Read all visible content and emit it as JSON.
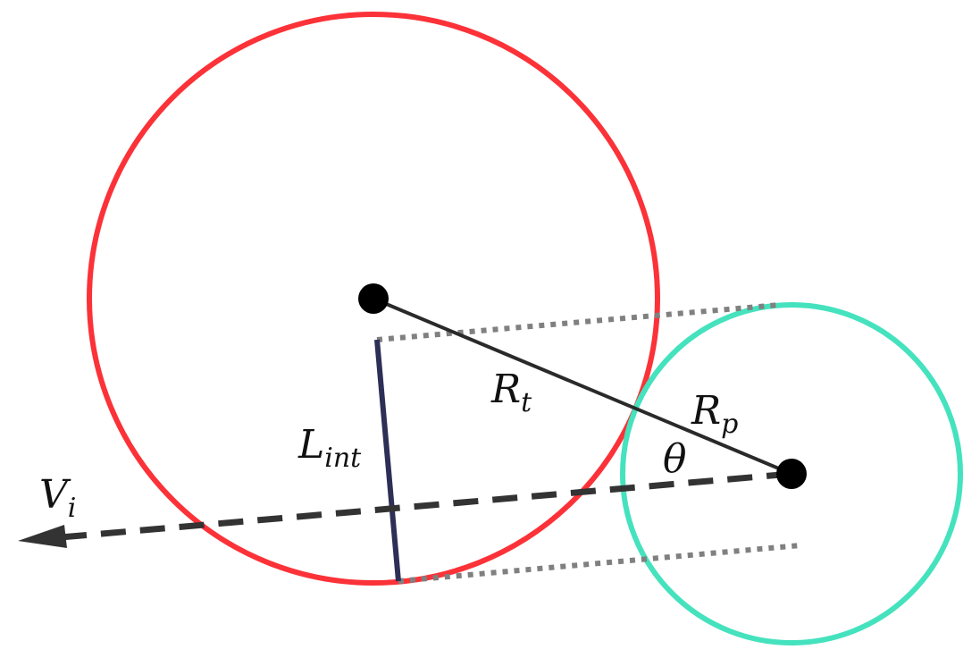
{
  "labels": {
    "lint_main": "L",
    "lint_sub": "int",
    "rt_main": "R",
    "rt_sub": "t",
    "rp_main": "R",
    "rp_sub": "p",
    "theta": "θ",
    "vi_main": "V",
    "vi_sub": "i"
  },
  "colors": {
    "target_circle": "#fb3238",
    "projectile_circle": "#45e2be",
    "center_dot": "#000000",
    "radius_line": "#2a2a2a",
    "velocity_line": "#333333",
    "tangent_lines": "#808080",
    "interaction_length": "#2e2f57"
  }
}
